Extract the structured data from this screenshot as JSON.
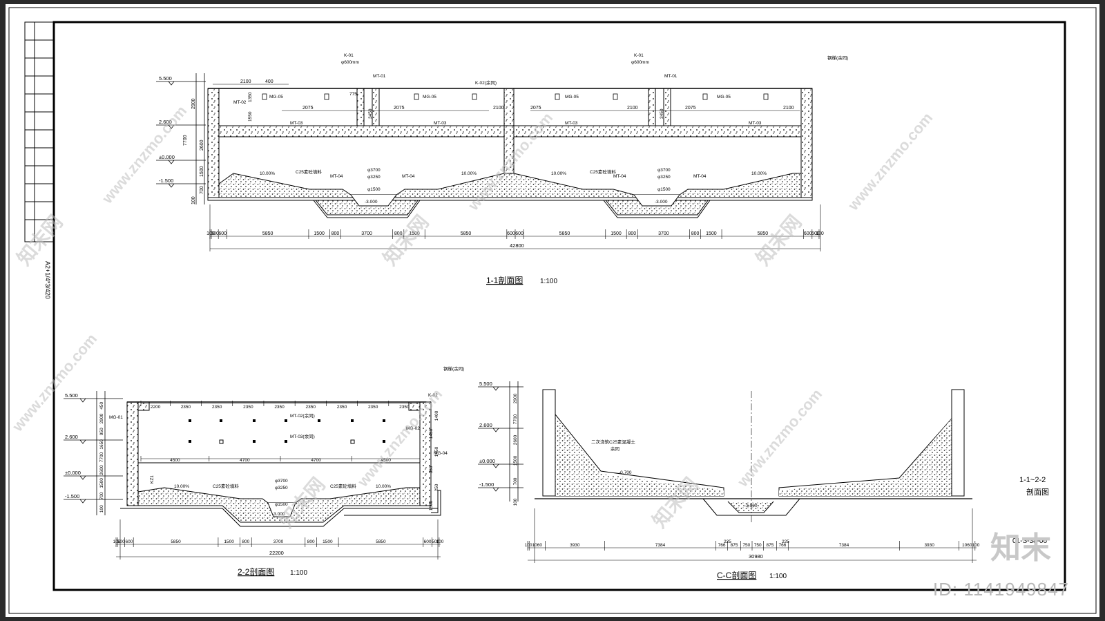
{
  "sheet_format": "A2+1/4*3/420",
  "drawing_no": "01-S-38-06",
  "sheet_title": {
    "line1": "1-1~2-2",
    "line2": "剖面图"
  },
  "watermark": {
    "url": "www.znzmo.com",
    "brand_cn": "知末",
    "brand_cn_long": "知末网",
    "id_label": "ID: 1141949847"
  },
  "section_11": {
    "title": "1-1剖面图",
    "scale": "1:100",
    "elevations": [
      "5.500",
      "2.600",
      "±0.000",
      "-1.500"
    ],
    "vertical_dims": [
      "2900",
      "7700",
      "2600",
      "1500",
      "700",
      "100"
    ],
    "bottom_dims": [
      "100",
      "500",
      "600",
      "5850",
      "1500",
      "800",
      "3700",
      "800",
      "1500",
      "5850",
      "600",
      "600",
      "5850",
      "1500",
      "800",
      "3700",
      "800",
      "1500",
      "5850",
      "600",
      "500",
      "100"
    ],
    "total_dim": "42800",
    "labels": [
      "K-01",
      "φ600mm",
      "MT-01",
      "MT-02",
      "MT-03",
      "MT-04",
      "MG-05",
      "K-02(余同)",
      "C25素砼填料",
      "10.00%",
      "φ3700",
      "φ3250",
      "φ1500",
      "-3.000",
      "钢梯(余同)"
    ],
    "top_dims": [
      "2100",
      "400",
      "775",
      "2075",
      "2100",
      "1350",
      "1550",
      "3450",
      "500"
    ]
  },
  "section_22": {
    "title": "2-2剖面图",
    "scale": "1:100",
    "elevations": [
      "5.500",
      "2.600",
      "±0.000",
      "-1.500"
    ],
    "top_dims": [
      "2200",
      "2350",
      "2350",
      "2350",
      "2350",
      "2350",
      "2350",
      "2350",
      "2350"
    ],
    "mid_dims": [
      "4500",
      "4700",
      "4700",
      "4500"
    ],
    "bottom_dims": [
      "100",
      "500",
      "600",
      "5850",
      "1500",
      "800",
      "3700",
      "800",
      "1500",
      "5850",
      "600",
      "500",
      "100"
    ],
    "total_dim": "22200",
    "labels": [
      "MG-01",
      "MG-02",
      "MG-04",
      "MT-02(余同)",
      "MT-03(余同)",
      "K-02",
      "KZ1",
      "C25素砼填料",
      "10.00%",
      "φ3700",
      "φ3250",
      "φ1500",
      "-3.000",
      "钢梯(余同)"
    ],
    "vertical_dims": [
      "450",
      "2900",
      "950",
      "1650",
      "7700",
      "2600",
      "1500",
      "700",
      "100",
      "1400",
      "1450",
      "1450",
      "350",
      "250",
      "1500"
    ]
  },
  "section_cc": {
    "title": "C-C剖面图",
    "scale": "1:100",
    "elevations": [
      "5.500",
      "2.600",
      "±0.000",
      "-1.500",
      "-0.700",
      "-3.000"
    ],
    "note": "二次浇筑C25素混凝土",
    "note2": "余同",
    "bottom_dims": [
      "100",
      "1060",
      "3930",
      "7384",
      "766",
      "875",
      "750",
      "750",
      "875",
      "766",
      "7384",
      "3930",
      "1060",
      "100"
    ],
    "extra_dims": [
      "225",
      "225"
    ],
    "total_dim": "30980",
    "vertical_dims": [
      "2900",
      "7700",
      "2600",
      "1500",
      "700",
      "100"
    ]
  },
  "colors": {
    "background": "#2b2b2b",
    "paper": "#ffffff",
    "ink": "#000000",
    "watermark": "#bfbfbf"
  }
}
